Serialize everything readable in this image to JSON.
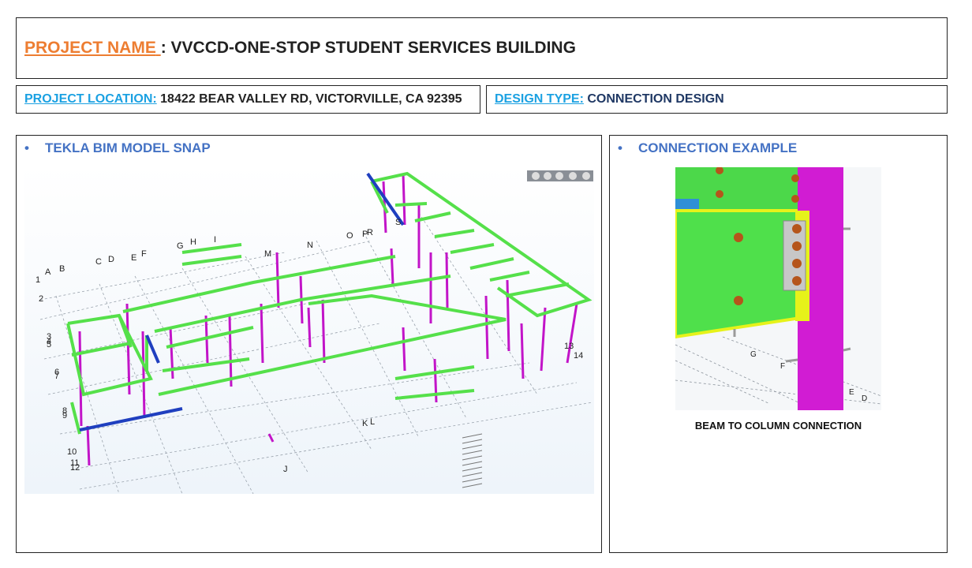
{
  "header": {
    "project_name_label": "PROJECT NAME",
    "separator": " : ",
    "project_name_value": "VVCCD-ONE-STOP STUDENT SERVICES BUILDING",
    "location_label": "PROJECT LOCATION",
    "location_value": " 18422 BEAR VALLEY RD, VICTORVILLE, CA 92395",
    "design_type_label": "DESIGN TYPE",
    "design_type_value": "  CONNECTION DESIGN",
    "colon": ":"
  },
  "left_panel": {
    "bullet": "•",
    "title": "TEKLA BIM MODEL SNAP",
    "grid_labels_top": [
      "A",
      "B",
      "C",
      "D",
      "E",
      "F",
      "G",
      "H",
      "I",
      "J",
      "K",
      "L",
      "M",
      "N",
      "O",
      "P",
      "R",
      "S"
    ],
    "grid_labels_left": [
      "1",
      "2",
      "3",
      "4",
      "5",
      "6",
      "7",
      "8",
      "9",
      "10",
      "11",
      "12",
      "13",
      "14"
    ],
    "toolbar_icons": [
      "rotate-icon",
      "pan-icon",
      "move-icon",
      "zoom-icon",
      "view-icon"
    ]
  },
  "right_panel": {
    "bullet": "•",
    "title": "CONNECTION EXAMPLE",
    "caption": "BEAM TO COLUMN CONNECTION",
    "grid_labels": [
      "G",
      "F",
      "E",
      "D"
    ]
  },
  "colors": {
    "orange": "#ed7d31",
    "cyan": "#1ba1e2",
    "navy": "#1f3864",
    "panel_title": "#4472c4",
    "beam_green": "#55e04a",
    "column_magenta": "#c214c8",
    "brace_blue": "#1f3fbf"
  }
}
